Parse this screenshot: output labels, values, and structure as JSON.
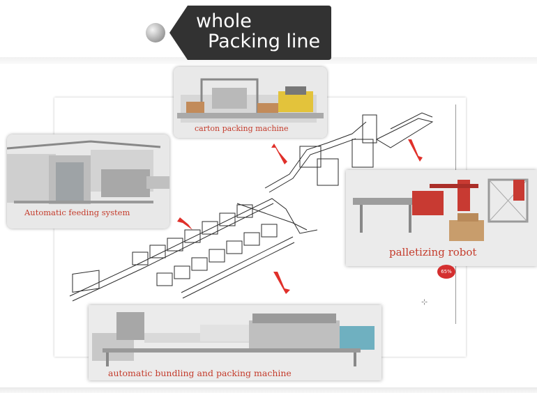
{
  "title": {
    "line1": "whole",
    "line2": "Packing line"
  },
  "cards": {
    "carton": "carton packing machine",
    "feeding": "Automatic feeding system",
    "palletizing": "palletizing robot",
    "bundling": "automatic bundling and packing machine"
  },
  "badge": "65%",
  "colors": {
    "label_red": "#c43c2c",
    "arrow_red": "#e0302a",
    "tag_dark": "#323232"
  }
}
